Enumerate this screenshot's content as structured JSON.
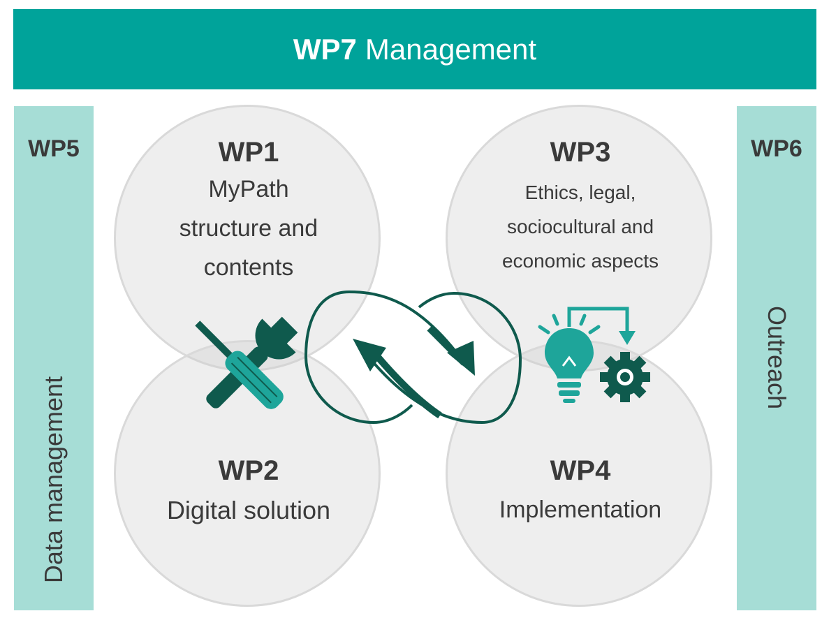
{
  "header": {
    "code": "WP7",
    "title": "Management"
  },
  "left_bar": {
    "code": "WP5",
    "label": "Data management"
  },
  "right_bar": {
    "code": "WP6",
    "label": "Outreach"
  },
  "packages": [
    {
      "code": "WP1",
      "title": "MyPath\nstructure and\ncontents"
    },
    {
      "code": "WP2",
      "title": "Digital solution"
    },
    {
      "code": "WP3",
      "title": "Ethics, legal,\nsociocultural and\neconomic aspects"
    },
    {
      "code": "WP4",
      "title": "Implementation"
    }
  ],
  "icons": [
    "wrench-screwdriver-icon",
    "lightbulb-gear-icon",
    "cycle-arrows-icon"
  ],
  "colors": {
    "teal": "#00a39a",
    "light_teal": "#a6ddd6",
    "dark_teal": "#0f5a4d",
    "circle": "#d9d9d9"
  }
}
